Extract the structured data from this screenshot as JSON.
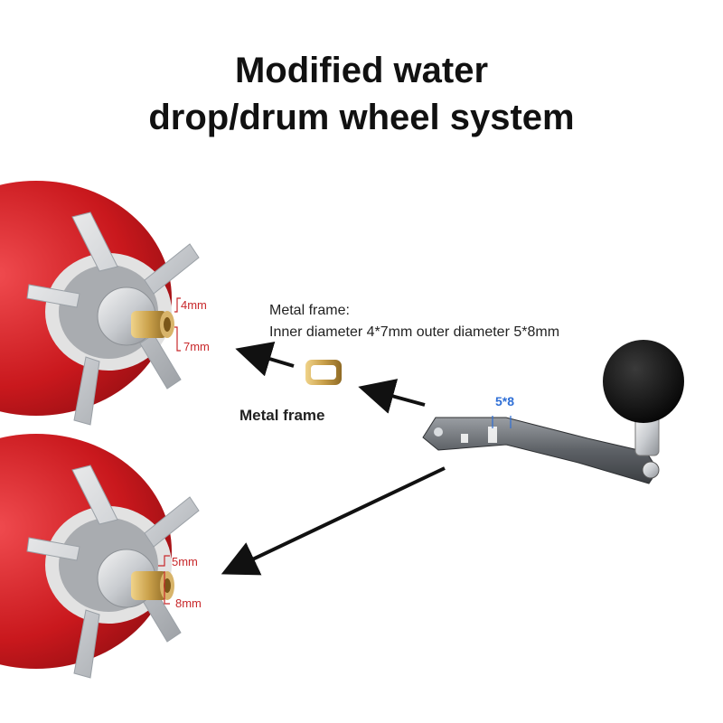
{
  "title": {
    "line1": "Modified water",
    "line2": "drop/drum wheel system"
  },
  "labels": {
    "top_dim_small": "4mm",
    "top_dim_large": "7mm",
    "bottom_dim_small": "5mm",
    "bottom_dim_large": "8mm",
    "handle_dim": "5*8",
    "frame_note_line1": "Metal frame:",
    "frame_note_line2": "Inner diameter 4*7mm outer diameter 5*8mm",
    "frame_label": "Metal frame"
  },
  "colors": {
    "reel_red": "#d7272c",
    "dimension_red": "#c8282b",
    "dimension_blue": "#2f6fd6",
    "brass": "#c9a04a",
    "arrow": "#111111"
  }
}
